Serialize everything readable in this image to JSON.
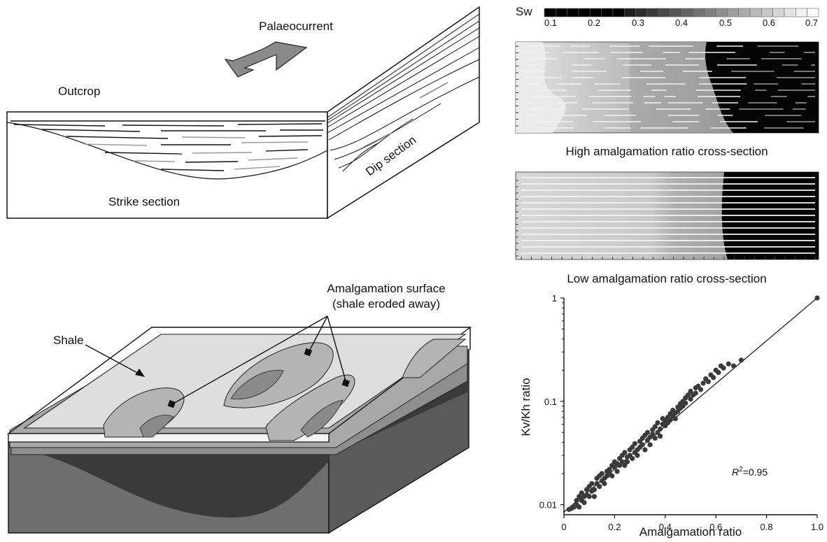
{
  "outcrop": {
    "palaeocurrent_label": "Palaeocurrent",
    "outcrop_label": "Outcrop",
    "strike_label": "Strike section",
    "dip_label": "Dip section"
  },
  "block": {
    "shale_label": "Shale",
    "amalgamation_label_1": "Amalgamation surface",
    "amalgamation_label_2": "(shale eroded away)"
  },
  "sw_scale": {
    "label": "Sw",
    "ticks": [
      "0.1",
      "0.2",
      "0.3",
      "0.4",
      "0.5",
      "0.6",
      "0.7"
    ]
  },
  "sections": {
    "high_caption": "High amalgamation ratio cross-section",
    "low_caption": "Low amalgamation ratio cross-section"
  },
  "chart_data": {
    "type": "scatter",
    "xlabel": "Amalgamation ratio",
    "ylabel": "Kv/Kh ratio",
    "x_ticks": [
      "0",
      "0.2",
      "0.4",
      "0.6",
      "0.8",
      "1.0"
    ],
    "y_ticks": [
      "0.01",
      "0.1",
      "1"
    ],
    "xlim": [
      0,
      1.0
    ],
    "ylim": [
      0.008,
      1
    ],
    "y_scale": "log",
    "annotation_prefix": "R",
    "annotation_sup": "2",
    "annotation_suffix": "=0.95",
    "fit_line": [
      [
        0.0,
        0.0085
      ],
      [
        1.0,
        1.0
      ]
    ],
    "points": [
      [
        0.02,
        0.009
      ],
      [
        0.03,
        0.0092
      ],
      [
        0.04,
        0.0095
      ],
      [
        0.05,
        0.01
      ],
      [
        0.05,
        0.011
      ],
      [
        0.06,
        0.0095
      ],
      [
        0.06,
        0.012
      ],
      [
        0.07,
        0.011
      ],
      [
        0.07,
        0.013
      ],
      [
        0.08,
        0.012
      ],
      [
        0.08,
        0.0105
      ],
      [
        0.09,
        0.0125
      ],
      [
        0.09,
        0.014
      ],
      [
        0.1,
        0.012
      ],
      [
        0.1,
        0.015
      ],
      [
        0.11,
        0.0135
      ],
      [
        0.11,
        0.016
      ],
      [
        0.12,
        0.014
      ],
      [
        0.12,
        0.012
      ],
      [
        0.13,
        0.016
      ],
      [
        0.13,
        0.018
      ],
      [
        0.14,
        0.015
      ],
      [
        0.14,
        0.019
      ],
      [
        0.15,
        0.017
      ],
      [
        0.15,
        0.02
      ],
      [
        0.16,
        0.018
      ],
      [
        0.16,
        0.016
      ],
      [
        0.17,
        0.021
      ],
      [
        0.17,
        0.019
      ],
      [
        0.18,
        0.022
      ],
      [
        0.18,
        0.02
      ],
      [
        0.19,
        0.024
      ],
      [
        0.19,
        0.019
      ],
      [
        0.2,
        0.023
      ],
      [
        0.2,
        0.026
      ],
      [
        0.21,
        0.021
      ],
      [
        0.21,
        0.025
      ],
      [
        0.22,
        0.028
      ],
      [
        0.22,
        0.024
      ],
      [
        0.23,
        0.026
      ],
      [
        0.23,
        0.03
      ],
      [
        0.24,
        0.024
      ],
      [
        0.24,
        0.032
      ],
      [
        0.25,
        0.029
      ],
      [
        0.25,
        0.026
      ],
      [
        0.26,
        0.034
      ],
      [
        0.26,
        0.03
      ],
      [
        0.27,
        0.028
      ],
      [
        0.27,
        0.036
      ],
      [
        0.28,
        0.032
      ],
      [
        0.28,
        0.039
      ],
      [
        0.29,
        0.034
      ],
      [
        0.29,
        0.03
      ],
      [
        0.3,
        0.041
      ],
      [
        0.3,
        0.036
      ],
      [
        0.31,
        0.044
      ],
      [
        0.31,
        0.038
      ],
      [
        0.32,
        0.034
      ],
      [
        0.32,
        0.047
      ],
      [
        0.33,
        0.042
      ],
      [
        0.33,
        0.05
      ],
      [
        0.34,
        0.045
      ],
      [
        0.34,
        0.038
      ],
      [
        0.35,
        0.053
      ],
      [
        0.35,
        0.048
      ],
      [
        0.36,
        0.044
      ],
      [
        0.36,
        0.057
      ],
      [
        0.37,
        0.05
      ],
      [
        0.37,
        0.062
      ],
      [
        0.38,
        0.054
      ],
      [
        0.38,
        0.046
      ],
      [
        0.39,
        0.06
      ],
      [
        0.39,
        0.068
      ],
      [
        0.4,
        0.058
      ],
      [
        0.4,
        0.065
      ],
      [
        0.41,
        0.07
      ],
      [
        0.41,
        0.062
      ],
      [
        0.42,
        0.076
      ],
      [
        0.42,
        0.066
      ],
      [
        0.43,
        0.072
      ],
      [
        0.43,
        0.082
      ],
      [
        0.44,
        0.077
      ],
      [
        0.44,
        0.068
      ],
      [
        0.45,
        0.088
      ],
      [
        0.45,
        0.08
      ],
      [
        0.46,
        0.095
      ],
      [
        0.46,
        0.086
      ],
      [
        0.47,
        0.1
      ],
      [
        0.47,
        0.09
      ],
      [
        0.48,
        0.108
      ],
      [
        0.48,
        0.096
      ],
      [
        0.49,
        0.115
      ],
      [
        0.5,
        0.105
      ],
      [
        0.5,
        0.125
      ],
      [
        0.51,
        0.115
      ],
      [
        0.52,
        0.135
      ],
      [
        0.52,
        0.12
      ],
      [
        0.53,
        0.14
      ],
      [
        0.54,
        0.13
      ],
      [
        0.55,
        0.15
      ],
      [
        0.56,
        0.165
      ],
      [
        0.57,
        0.155
      ],
      [
        0.58,
        0.18
      ],
      [
        0.59,
        0.17
      ],
      [
        0.6,
        0.2
      ],
      [
        0.61,
        0.19
      ],
      [
        0.62,
        0.22
      ],
      [
        0.63,
        0.21
      ],
      [
        0.65,
        0.23
      ],
      [
        0.67,
        0.22
      ],
      [
        0.7,
        0.25
      ],
      [
        1.0,
        1.0
      ]
    ]
  }
}
